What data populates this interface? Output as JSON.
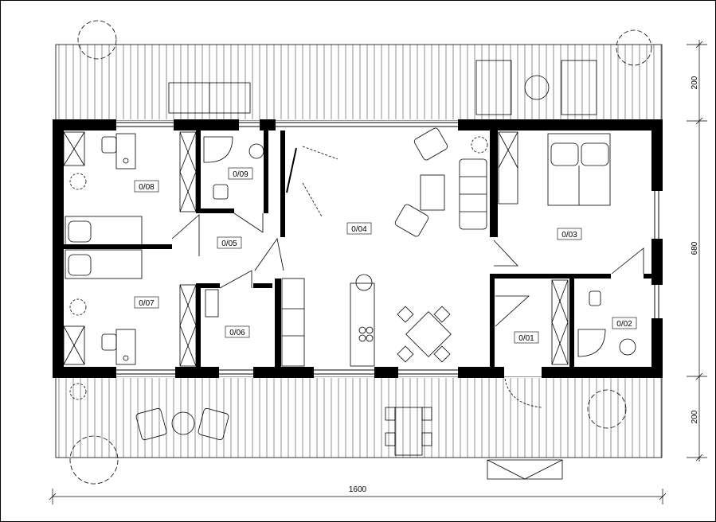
{
  "rooms": [
    {
      "id": "0/01",
      "label": "0/01"
    },
    {
      "id": "0/02",
      "label": "0/02"
    },
    {
      "id": "0/03",
      "label": "0/03"
    },
    {
      "id": "0/04",
      "label": "0/04"
    },
    {
      "id": "0/05",
      "label": "0/05"
    },
    {
      "id": "0/06",
      "label": "0/06"
    },
    {
      "id": "0/07",
      "label": "0/07"
    },
    {
      "id": "0/08",
      "label": "0/08"
    },
    {
      "id": "0/09",
      "label": "0/09"
    }
  ],
  "dimensions": {
    "overall_width": "1600",
    "top_terrace": "200",
    "house_depth": "680",
    "bottom_terrace": "200"
  },
  "colors": {
    "wall": "#000000",
    "line": "#000000",
    "background": "#ffffff"
  }
}
